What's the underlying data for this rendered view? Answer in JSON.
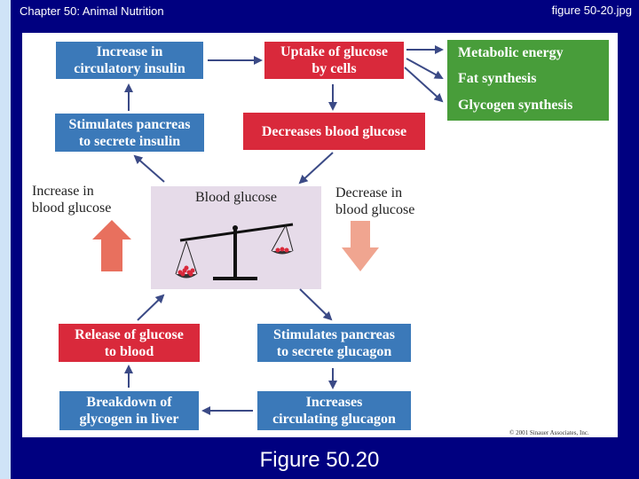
{
  "header": {
    "chapter": "Chapter 50: Animal Nutrition",
    "filename": "figure 50-20.jpg"
  },
  "boxes": {
    "increase_insulin": "Increase in\ncirculatory insulin",
    "uptake_glucose": "Uptake of glucose\nby cells",
    "stimulates_insulin": "Stimulates pancreas\nto secrete insulin",
    "decreases_glucose": "Decreases blood glucose",
    "release_glucose": "Release of glucose\nto blood",
    "stimulates_glucagon": "Stimulates pancreas\nto secrete glucagon",
    "breakdown_glycogen": "Breakdown of\nglycogen in liver",
    "increases_glucagon": "Increases\ncirculating glucagon"
  },
  "effects": [
    "Metabolic energy",
    "Fat synthesis",
    "Glycogen synthesis"
  ],
  "labels": {
    "increase_blood": "Increase in\nblood glucose",
    "decrease_blood": "Decrease in\nblood glucose",
    "center_title": "Blood glucose"
  },
  "copyright": "© 2001 Sinauer Associates, Inc.",
  "caption": "Figure 50.20",
  "colors": {
    "background": "#000080",
    "blue_box": "#3b79b9",
    "red_box": "#d9293b",
    "green_box": "#489d3a",
    "center_panel": "#e6dbe9",
    "arrow_up": "#e8705e",
    "arrow_down": "#f0a590"
  }
}
